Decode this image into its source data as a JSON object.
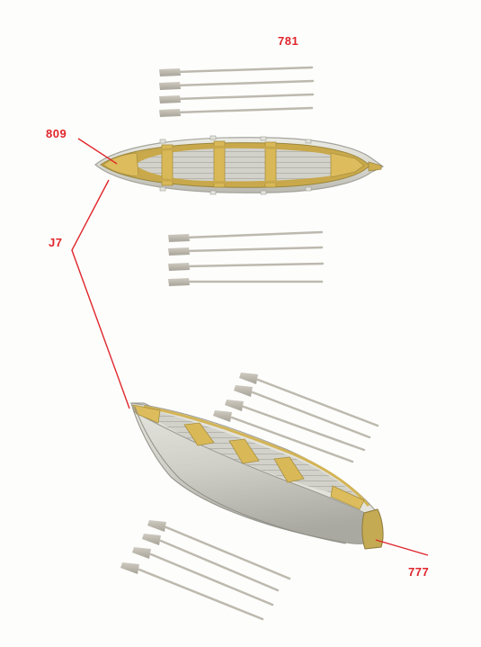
{
  "callouts": {
    "oars_top": "781",
    "bow_top_boat": "809",
    "boat_link": "J7",
    "stern_bottom_boat": "777"
  },
  "colors": {
    "callout_red": "#e0262b",
    "hull_grey": "#d9d9d1",
    "thwart_yellow": "#d7b75a",
    "oar_grey": "#b8b4a9"
  }
}
